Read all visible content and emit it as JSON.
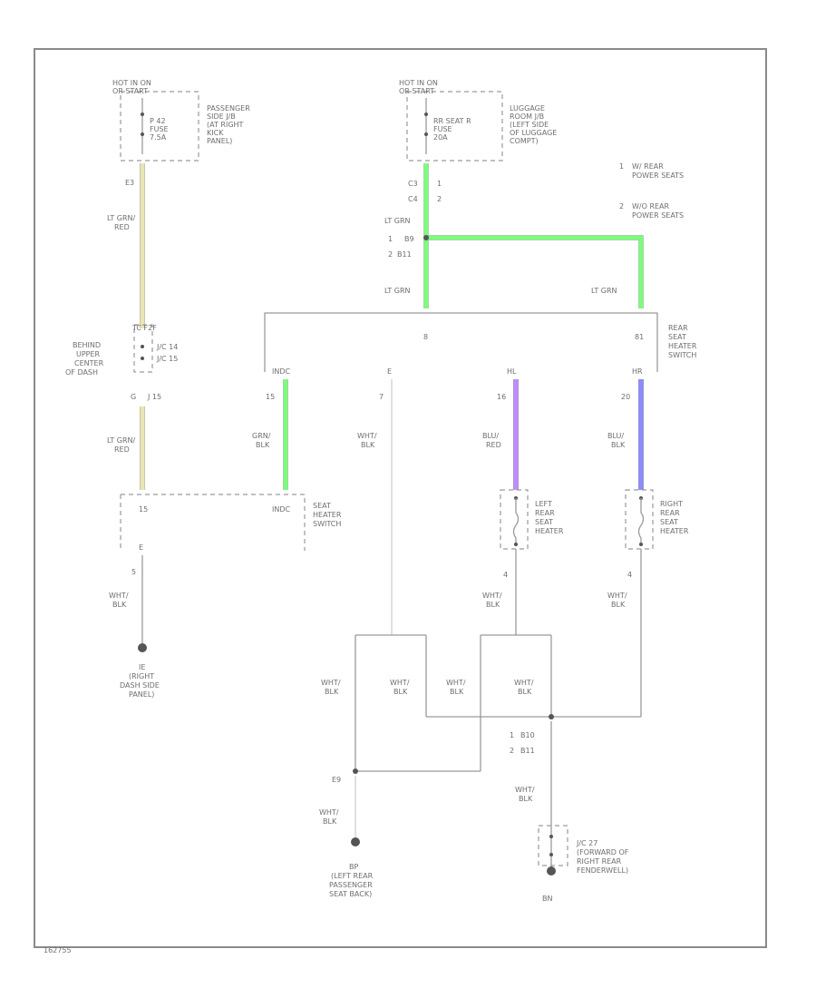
{
  "labels": {
    "hot1_a": "HOT IN ON",
    "hot1_b": "OR START",
    "fuse1_a": "P 42",
    "fuse1_b": "FUSE",
    "fuse1_c": "7.5A",
    "jb1_a": "PASSENGER",
    "jb1_b": "SIDE J/B",
    "jb1_c": "(AT RIGHT",
    "jb1_d": "KICK",
    "jb1_e": "PANEL)",
    "hot2_a": "HOT IN ON",
    "hot2_b": "OR START",
    "fuse2_a": "RR SEAT R",
    "fuse2_b": "FUSE",
    "fuse2_c": "20A",
    "jb2_a": "LUGGAGE",
    "jb2_b": "ROOM J/B",
    "jb2_c": "(LEFT SIDE",
    "jb2_d": "OF LUGGAGE",
    "jb2_e": "COMPT)",
    "note1_num": "1",
    "note1_a": "W/ REAR",
    "note1_b": "POWER SEATS",
    "note2_num": "2",
    "note2_a": "W/O REAR",
    "note2_b": "POWER SEATS",
    "e3": "E3",
    "ltgrn_red_1": "LT GRN/",
    "red_1": "RED",
    "c3": "C3",
    "c3_num": "1",
    "c4": "C4",
    "c4_num": "2",
    "ltgrn_top": "LT GRN",
    "j_1": "1",
    "b9": "B9",
    "j_2": "2",
    "b11_top": "B11",
    "ltgrn_left": "LT GRN",
    "ltgrn_right": "LT GRN",
    "p8": "8",
    "p81": "81",
    "rear_seat_a": "REAR",
    "rear_seat_b": "SEAT",
    "rear_seat_c": "HEATER",
    "rear_seat_d": "SWITCH",
    "jc_top": "TC F2F",
    "behind_a": "BEHIND",
    "behind_b": "UPPER",
    "behind_c": "CENTER",
    "behind_d": "OF DASH",
    "jc14": "J/C 14",
    "jc15": "J/C 15",
    "jc_j15_pin": "G",
    "jc_j15": "J 15",
    "indc_top": "INDC",
    "p15": "15",
    "pe": "E",
    "p7": "7",
    "hl": "HL",
    "p16": "16",
    "hr": "HR",
    "p20": "20",
    "ltgrn_red_2": "LT GRN/",
    "red_2": "RED",
    "grn_a": "GRN/",
    "grn_b": "BLK",
    "wht_blk_mid_a": "WHT/",
    "wht_blk_mid_b": "BLK",
    "blu_red_a": "BLU/",
    "blu_red_b": "RED",
    "blu_blk_a": "BLU/",
    "blu_blk_b": "BLK",
    "sw_pin": "15",
    "sw_indc": "INDC",
    "sw_a": "SEAT",
    "sw_b": "HEATER",
    "sw_c": "SWITCH",
    "lh_a": "LEFT",
    "lh_b": "REAR",
    "lh_c": "SEAT",
    "lh_d": "HEATER",
    "rh_a": "RIGHT",
    "rh_b": "REAR",
    "rh_c": "SEAT",
    "rh_d": "HEATER",
    "sw_e": "E",
    "sw_e_num": "5",
    "lh_pin": "4",
    "rh_pin": "4",
    "wht_blk_1a": "WHT/",
    "wht_blk_1b": "BLK",
    "wht_blk_2a": "WHT/",
    "wht_blk_2b": "BLK",
    "wht_blk_3a": "WHT/",
    "wht_blk_3b": "BLK",
    "ie_a": "IE",
    "ie_b": "(RIGHT",
    "ie_c": "DASH SIDE",
    "ie_d": "PANEL)",
    "wb_a1": "WHT/",
    "wb_a2": "BLK",
    "wb_b1": "WHT/",
    "wb_b2": "BLK",
    "wb_c1": "WHT/",
    "wb_c2": "BLK",
    "wb_d1": "WHT/",
    "wb_d2": "BLK",
    "jb10_num": "1",
    "b10": "B10",
    "jb11_num": "2",
    "b11": "B11",
    "e9": "E9",
    "wb_e1": "WHT/",
    "wb_e2": "BLK",
    "wb_f1": "WHT/",
    "wb_f2": "BLK",
    "bp_a": "BP",
    "bp_b": "(LEFT REAR",
    "bp_c": "PASSENGER",
    "bp_d": "SEAT BACK)",
    "jc27_a": "J/C 27",
    "jc27_b": "(FORWARD OF",
    "jc27_c": "RIGHT REAR",
    "jc27_d": "FENDERWELL)",
    "bn": "BN",
    "figure_id": "162755"
  }
}
